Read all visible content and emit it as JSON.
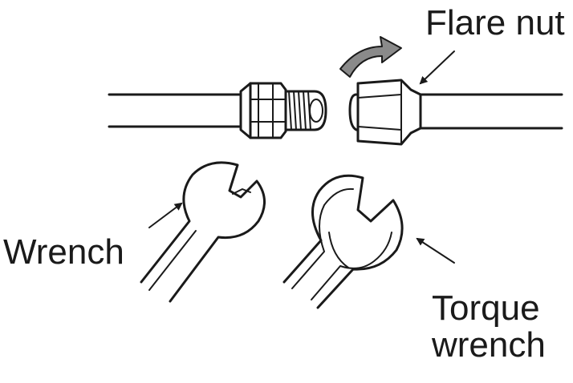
{
  "labels": {
    "flare_nut": "Flare nut",
    "wrench": "Wrench",
    "torque_wrench_line1": "Torque",
    "torque_wrench_line2": "wrench"
  },
  "colors": {
    "line": "#1a1a1a",
    "rotation_arrow": "#8a8a8a",
    "background": "#ffffff"
  },
  "icons": {
    "rotation_arrow": "curved-arrow-icon",
    "pointer": "pointer-arrow-icon"
  }
}
